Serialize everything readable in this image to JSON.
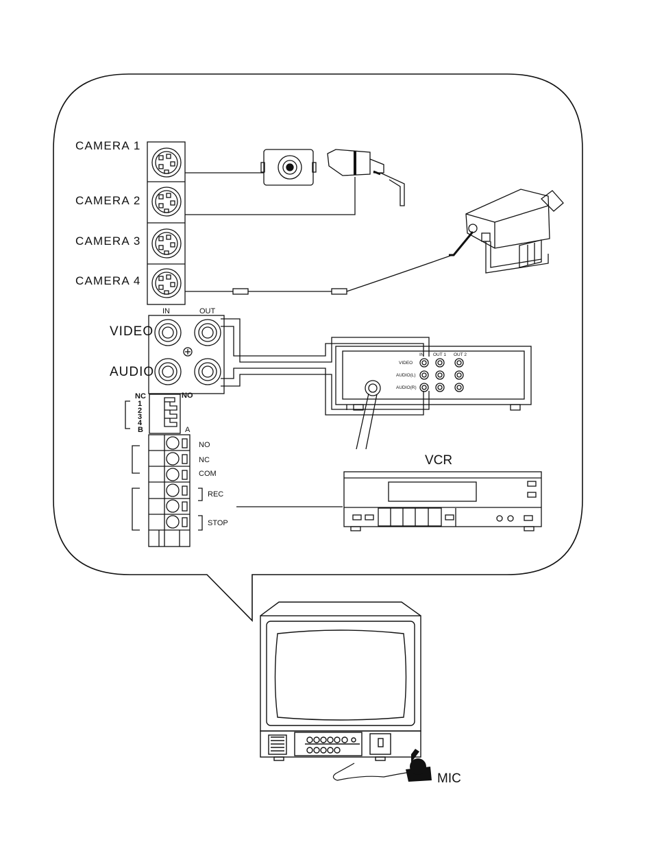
{
  "cameras": [
    "CAMERA 1",
    "CAMERA 2",
    "CAMERA 3",
    "CAMERA 4"
  ],
  "video_panel": {
    "in": "IN",
    "out": "OUT",
    "video": "VIDEO",
    "audio": "AUDIO"
  },
  "alarm_block": {
    "nc_top": "NC",
    "no_top": "NO",
    "pins": [
      "1",
      "2",
      "3",
      "4",
      "B"
    ],
    "a": "A"
  },
  "relay": {
    "no": "NO",
    "nc": "NC",
    "com": "COM",
    "rec": "REC",
    "stop": "STOP"
  },
  "distributor": {
    "in": "IN",
    "out1": "OUT 1",
    "out2": "OUT 2",
    "video": "VIDEO",
    "audio_l": "AUDIO(L)",
    "audio_r": "AUDIO(R)"
  },
  "vcr_label": "VCR",
  "mic_label": "MIC"
}
